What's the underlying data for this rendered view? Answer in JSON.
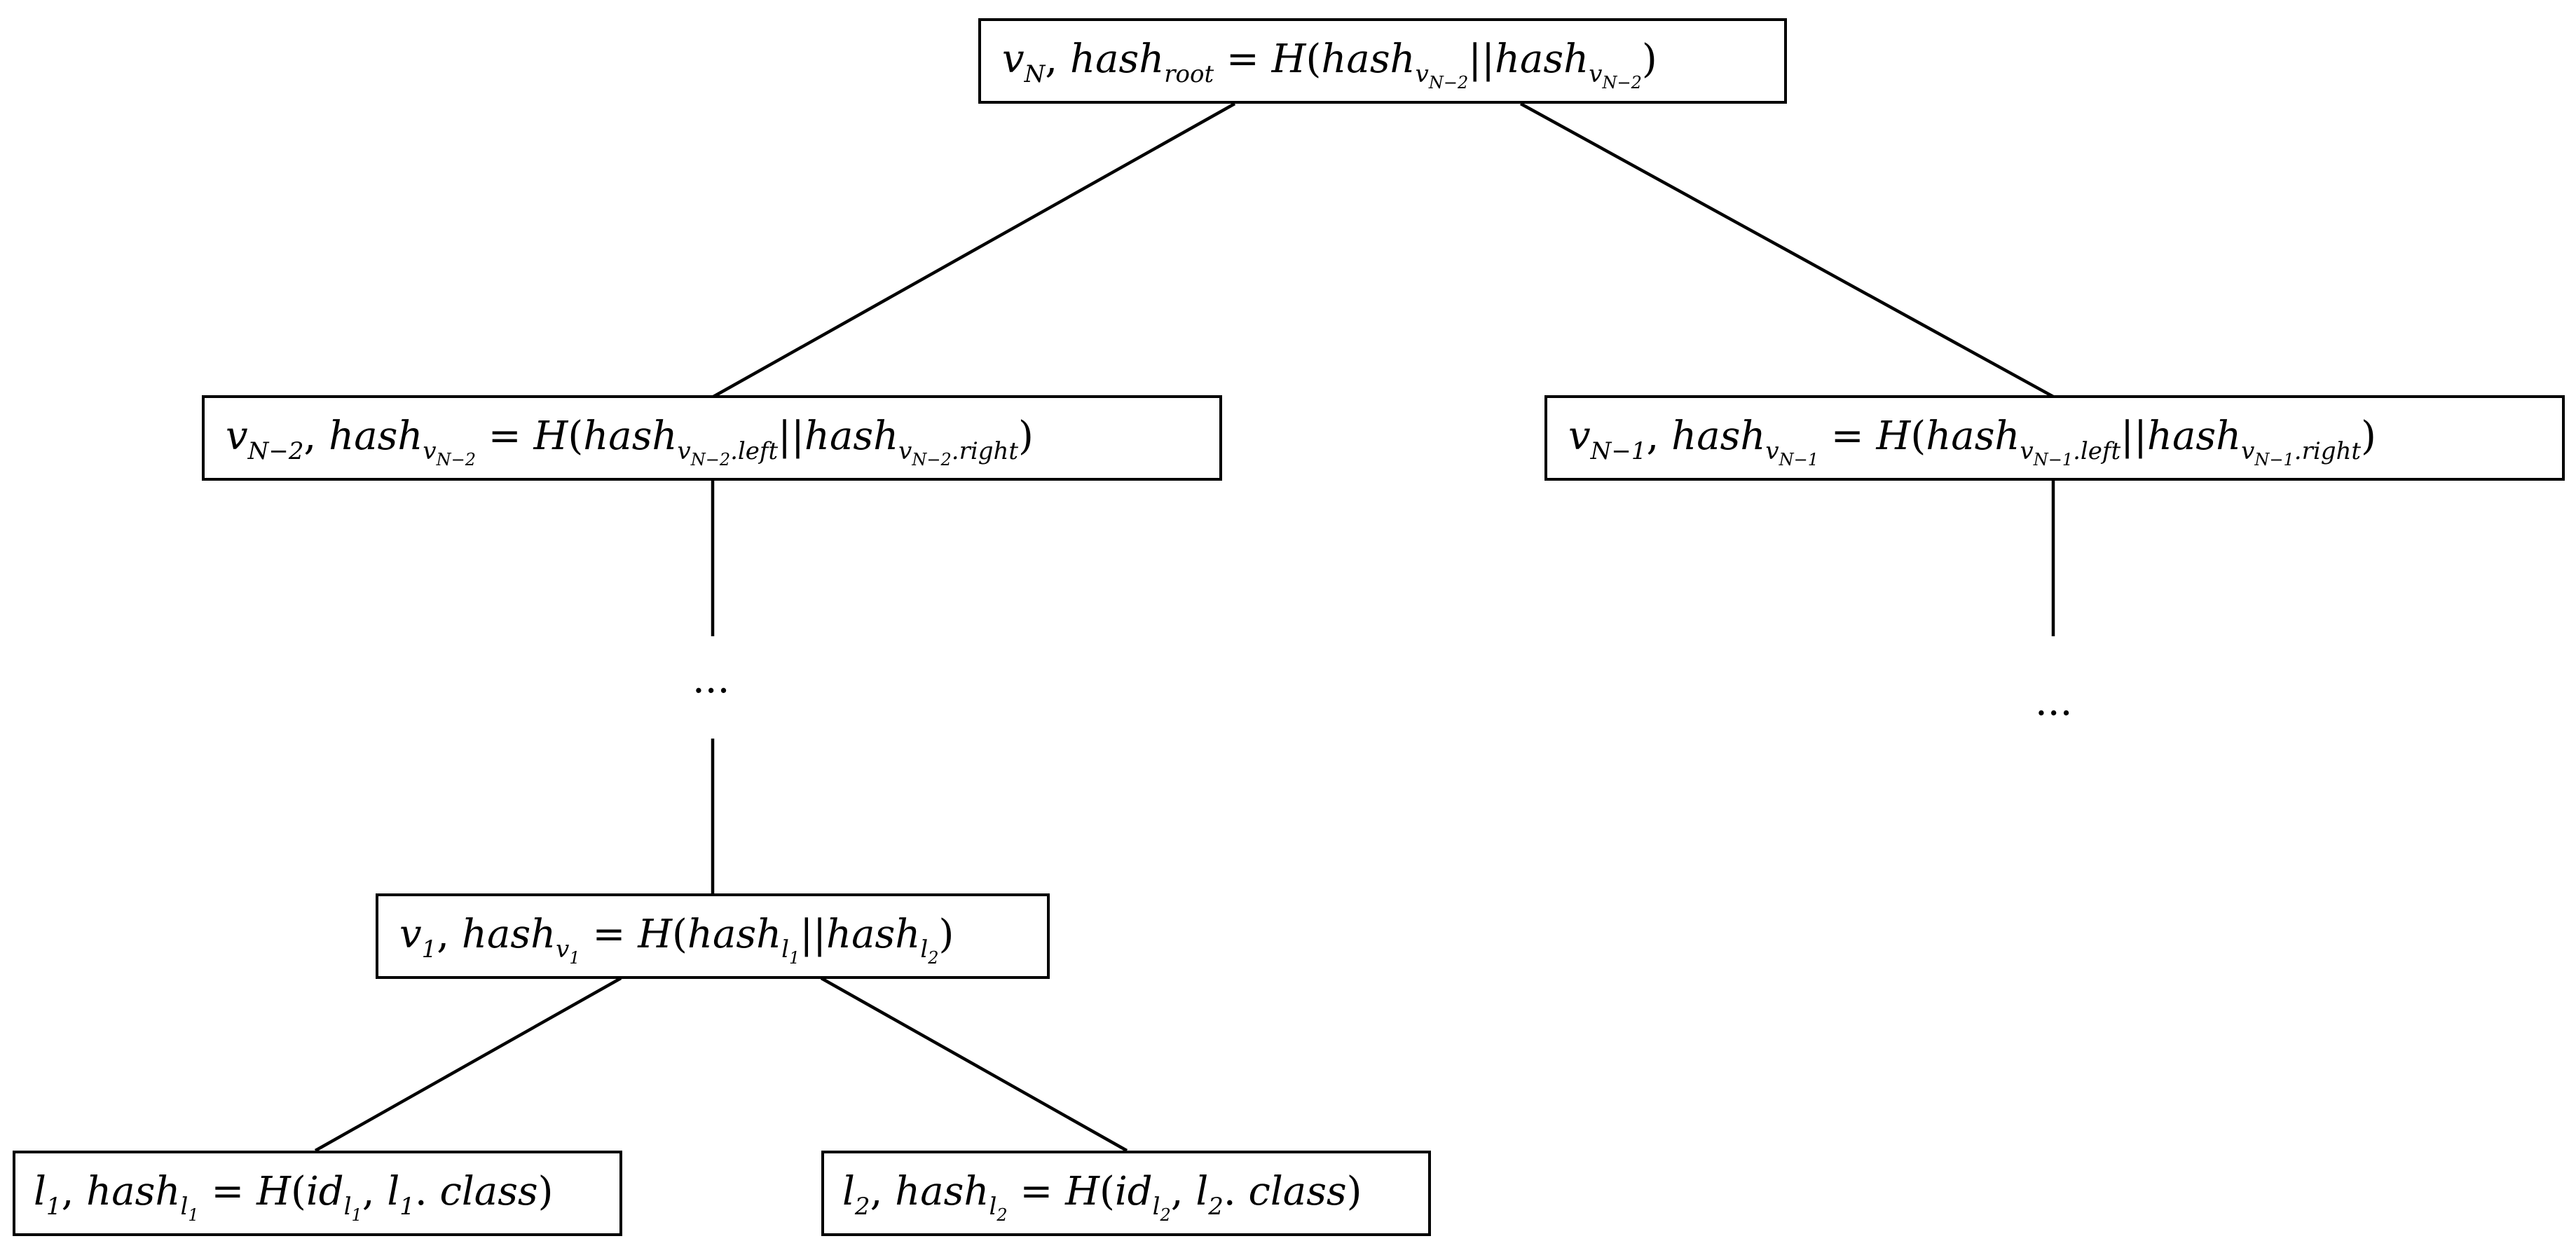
{
  "nodes": {
    "root": {
      "v": "v",
      "v_sub": "N",
      "hash_label": "hash",
      "hash_sub": "root",
      "h": "H",
      "left": "hash",
      "left_sub": "v",
      "left_subsub": "N−2",
      "right": "hash",
      "right_sub": "v",
      "right_subsub": "N−2"
    },
    "n2": {
      "v": "v",
      "v_sub": "N−2",
      "hash_label": "hash",
      "hash_sub": "v",
      "hash_subsub": "N−2",
      "h": "H",
      "left": "hash",
      "left_sub": "v",
      "left_subsub": "N−2",
      "left_suffix": ".left",
      "right": "hash",
      "right_sub": "v",
      "right_subsub": "N−2",
      "right_suffix": ".right"
    },
    "n1": {
      "v": "v",
      "v_sub": "N−1",
      "hash_label": "hash",
      "hash_sub": "v",
      "hash_subsub": "N−1",
      "h": "H",
      "left": "hash",
      "left_sub": "v",
      "left_subsub": "N−1",
      "left_suffix": ".left",
      "right": "hash",
      "right_sub": "v",
      "right_subsub": "N−1",
      "right_suffix": ".right"
    },
    "v1": {
      "v": "v",
      "v_sub": "1",
      "hash_label": "hash",
      "hash_sub": "v",
      "hash_subsub": "1",
      "h": "H",
      "left": "hash",
      "left_sub": "l",
      "left_subsub": "1",
      "right": "hash",
      "right_sub": "l",
      "right_subsub": "2"
    },
    "l1": {
      "v": "l",
      "v_sub": "1",
      "hash_label": "hash",
      "hash_sub": "l",
      "hash_subsub": "1",
      "h": "H",
      "id": "id",
      "id_sub": "l",
      "id_subsub": "1",
      "cls_obj": "l",
      "cls_obj_sub": "1",
      "cls": "class"
    },
    "l2": {
      "v": "l",
      "v_sub": "2",
      "hash_label": "hash",
      "hash_sub": "l",
      "hash_subsub": "2",
      "h": "H",
      "id": "id",
      "id_sub": "l",
      "id_subsub": "2",
      "cls_obj": "l",
      "cls_obj_sub": "2",
      "cls": "class"
    }
  },
  "ellipsis": {
    "left": "...",
    "right": "..."
  }
}
